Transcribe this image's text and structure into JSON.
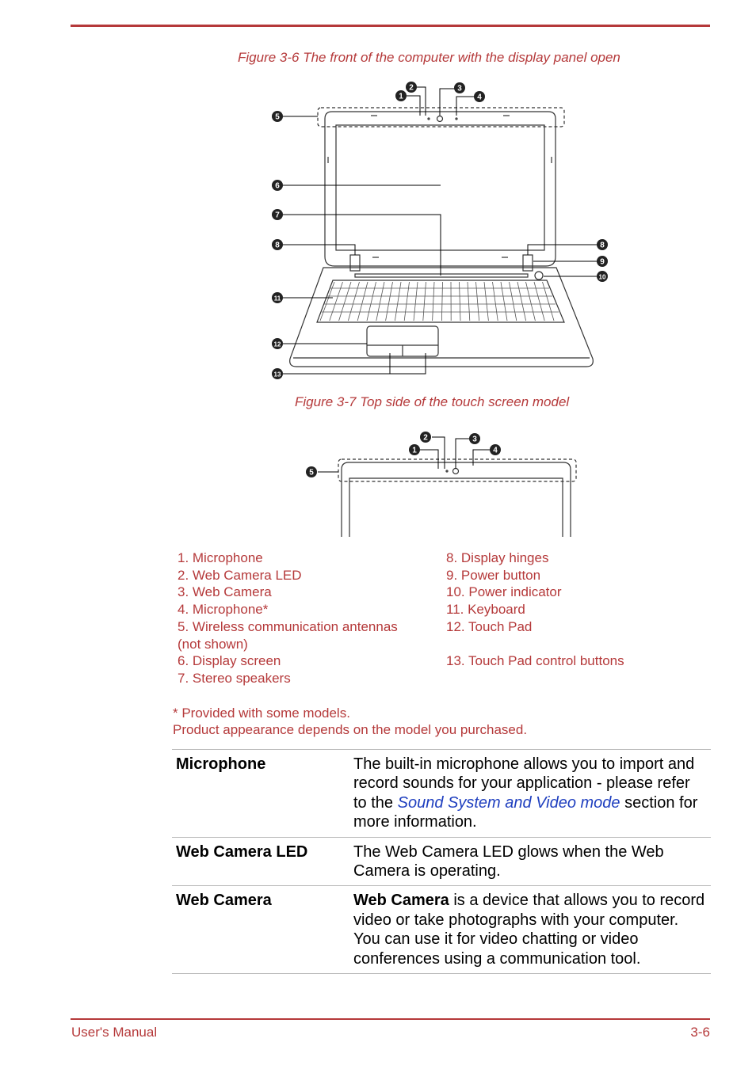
{
  "figure1": {
    "caption": "Figure 3-6 The front of the computer with the display panel open",
    "callouts": [
      "1",
      "2",
      "3",
      "4",
      "5",
      "6",
      "7",
      "8",
      "8",
      "9",
      "10",
      "11",
      "12",
      "13"
    ]
  },
  "figure2": {
    "caption": "Figure 3-7 Top side of the touch screen model",
    "callouts": [
      "1",
      "2",
      "3",
      "4",
      "5"
    ]
  },
  "legend": {
    "left": [
      "1. Microphone",
      "2. Web Camera LED",
      "3. Web Camera",
      "4. Microphone*",
      "5. Wireless communication antennas",
      "(not shown)",
      "6. Display screen",
      "7. Stereo speakers"
    ],
    "right": [
      "8. Display hinges",
      "9. Power button",
      "10. Power indicator",
      "11. Keyboard",
      "12. Touch Pad",
      "13. Touch Pad control buttons"
    ]
  },
  "notes": {
    "provided": "* Provided with some models.",
    "appearance": "Product appearance depends on the model you purchased."
  },
  "table": {
    "microphone": {
      "term": "Microphone",
      "text_before": "The built-in microphone allows you to import and record sounds for your application - please refer to the ",
      "link": "Sound System and Video mode",
      "text_after": " section for more information."
    },
    "webcam_led": {
      "term": "Web Camera LED",
      "text": "The Web Camera LED glows when the Web Camera is operating."
    },
    "webcam": {
      "term": "Web Camera",
      "bold": "Web Camera",
      "text": " is a device that allows you to record video or take photographs with your computer. You can use it for video chatting or video conferences using a communication tool."
    }
  },
  "footer": {
    "left": "User's Manual",
    "right": "3-6"
  }
}
